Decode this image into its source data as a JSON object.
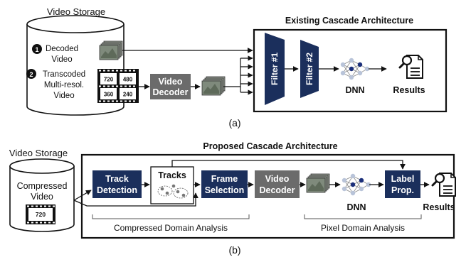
{
  "panel_a": {
    "storage_title": "Video Storage",
    "source1_marker": "❶",
    "source1_line1": "Decoded",
    "source1_line2": "Video",
    "source2_marker": "❷",
    "source2_line1": "Transcoded",
    "source2_line2": "Multi-resol.",
    "source2_line3": "Video",
    "resolutions": [
      "720",
      "480",
      "360",
      "240"
    ],
    "decoder_line1": "Video",
    "decoder_line2": "Decoder",
    "arch_title": "Existing Cascade Architecture",
    "filter1": "Filter #1",
    "filter2": "Filter #2",
    "dnn": "DNN",
    "results": "Results",
    "caption": "(a)"
  },
  "panel_b": {
    "storage_title": "Video Storage",
    "storage_line1": "Compressed",
    "storage_line2": "Video",
    "resolution": "720",
    "arch_title": "Proposed Cascade Architecture",
    "track_line1": "Track",
    "track_line2": "Detection",
    "tracks": "Tracks",
    "frame_line1": "Frame",
    "frame_line2": "Selection",
    "decoder_line1": "Video",
    "decoder_line2": "Decoder",
    "dnn": "DNN",
    "label_line1": "Label",
    "label_line2": "Prop.",
    "results": "Results",
    "compressed_analysis": "Compressed Domain Analysis",
    "pixel_analysis": "Pixel Domain Analysis",
    "caption": "(b)"
  },
  "colors": {
    "navy": "#1b2f5c",
    "gray_box": "#6b6b6b",
    "dnn_dark": "#1b2f7a",
    "frame_fill": "#8a9088"
  }
}
